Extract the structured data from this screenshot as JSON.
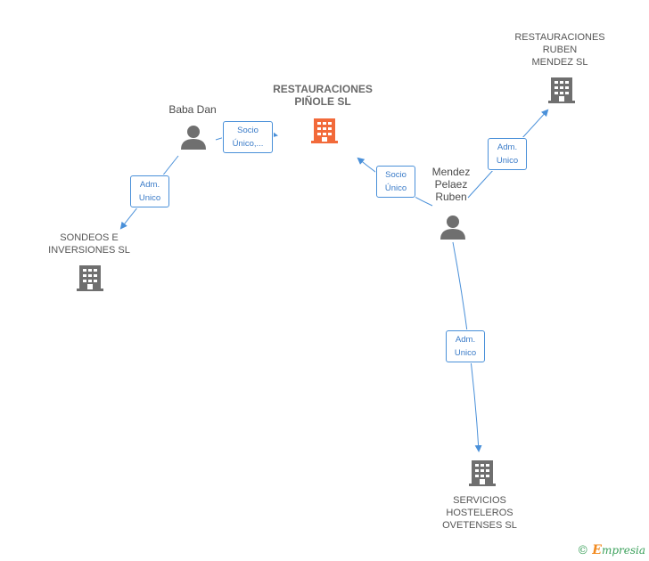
{
  "nodes": {
    "main": {
      "label": "RESTAURACIONES\nPIÑOLE SL",
      "icon": "building-icon",
      "color": "#f26a3a"
    },
    "ruben_mendez_sl": {
      "label": "RESTAURACIONES\nRUBEN\nMENDEZ SL",
      "icon": "building-icon",
      "color": "#707070"
    },
    "sondeos": {
      "label": "SONDEOS E\nINVERSIONES SL",
      "icon": "building-icon",
      "color": "#707070"
    },
    "servicios": {
      "label": "SERVICIOS\nHOSTELEROS\nOVETENSES  SL",
      "icon": "building-icon",
      "color": "#707070"
    },
    "baba_dan": {
      "label": "Baba Dan",
      "icon": "person-icon",
      "color": "#707070"
    },
    "mendez": {
      "label": "Mendez\nPelaez\nRuben",
      "icon": "person-icon",
      "color": "#707070"
    }
  },
  "edges": {
    "baba_main": {
      "label": "Socio\nÚnico,..."
    },
    "baba_sondeos": {
      "label": "Adm.\nUnico"
    },
    "mendez_main": {
      "label": "Socio\nÚnico"
    },
    "mendez_ruben": {
      "label": "Adm.\nUnico"
    },
    "mendez_servicios": {
      "label": "Adm.\nUnico"
    }
  },
  "colors": {
    "edge": "#4a90d9"
  },
  "footer": {
    "copyright": "©",
    "brand_initial": "E",
    "brand_rest": "mpresia"
  }
}
